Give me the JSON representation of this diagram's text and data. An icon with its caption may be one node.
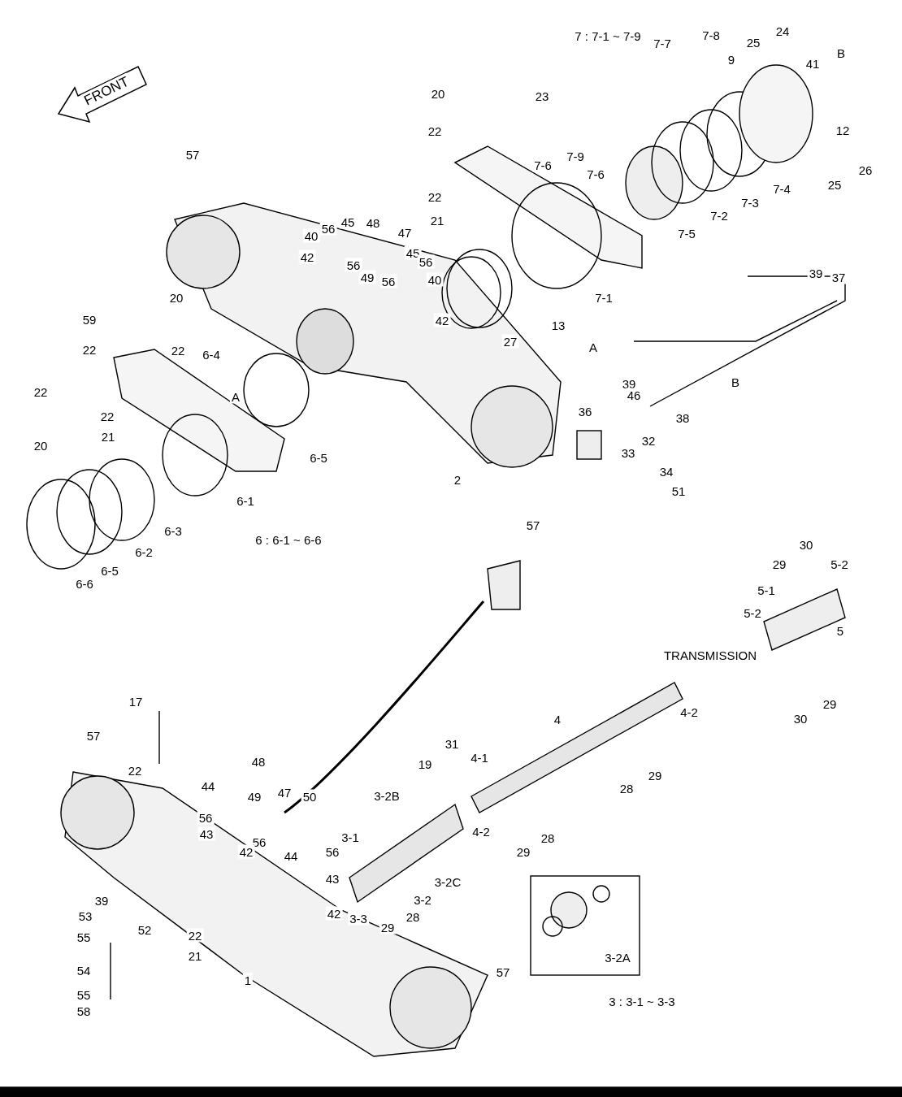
{
  "diagram": {
    "labels": [
      "7 : 7-1 ~ 7-9",
      "FRONT",
      "7-7",
      "7-8",
      "25",
      "24",
      "B",
      "9",
      "41",
      "20",
      "23",
      "12",
      "22",
      "7-6",
      "7-9",
      "7-6",
      "26",
      "25",
      "57",
      "22",
      "21",
      "7-4",
      "7-3",
      "7-2",
      "7-5",
      "48",
      "47",
      "56",
      "45",
      "40",
      "45",
      "42",
      "56",
      "49",
      "56",
      "56",
      "40",
      "7-1",
      "20",
      "59",
      "42",
      "27",
      "13",
      "39",
      "37",
      "22",
      "22",
      "6-4",
      "A",
      "A",
      "B",
      "39",
      "22",
      "22",
      "46",
      "36",
      "38",
      "32",
      "33",
      "21",
      "20",
      "6-5",
      "2",
      "34",
      "51",
      "6-1",
      "57",
      "6-3",
      "6 : 6-1 ~ 6-6",
      "6-2",
      "6-5",
      "6-6",
      "30",
      "29",
      "5-2",
      "5-1",
      "5-2",
      "5",
      "TRANSMISSION",
      "30",
      "29",
      "17",
      "4-2",
      "4",
      "57",
      "31",
      "4-1",
      "48",
      "19",
      "22",
      "28",
      "29",
      "44",
      "49",
      "47",
      "50",
      "3-2B",
      "56",
      "43",
      "4-2",
      "28",
      "56",
      "42",
      "3-1",
      "29",
      "44",
      "56",
      "3-2C",
      "43",
      "39",
      "3-2",
      "53",
      "52",
      "42",
      "3-3",
      "29",
      "28",
      "55",
      "22",
      "21",
      "3-2A",
      "54",
      "57",
      "1",
      "55",
      "3 : 3-1 ~ 3-3",
      "58"
    ]
  }
}
